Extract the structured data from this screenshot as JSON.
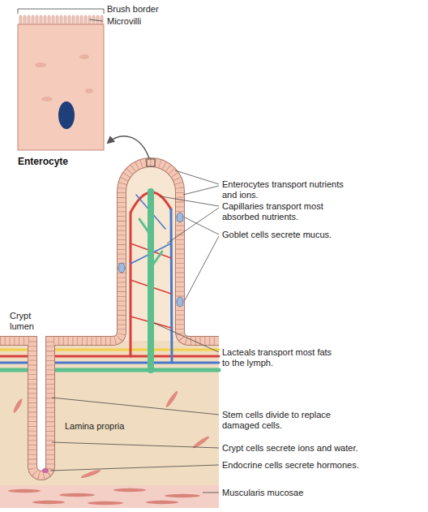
{
  "diagram": {
    "labels": [
      "Brush border",
      "Microvilli",
      "Enterocyte",
      "Enterocytes transport nutrients and ions.",
      "Capillaries transport most absorbed nutrients.",
      "Goblet cells secrete mucus.",
      "Crypt lumen",
      "Lacteals transport most fats to the lymph.",
      "Stem cells divide to replace damaged cells.",
      "Lamina propria",
      "Crypt cells secrete ions and water.",
      "Endocrine cells secrete hormones.",
      "Muscularis mucosae"
    ]
  }
}
